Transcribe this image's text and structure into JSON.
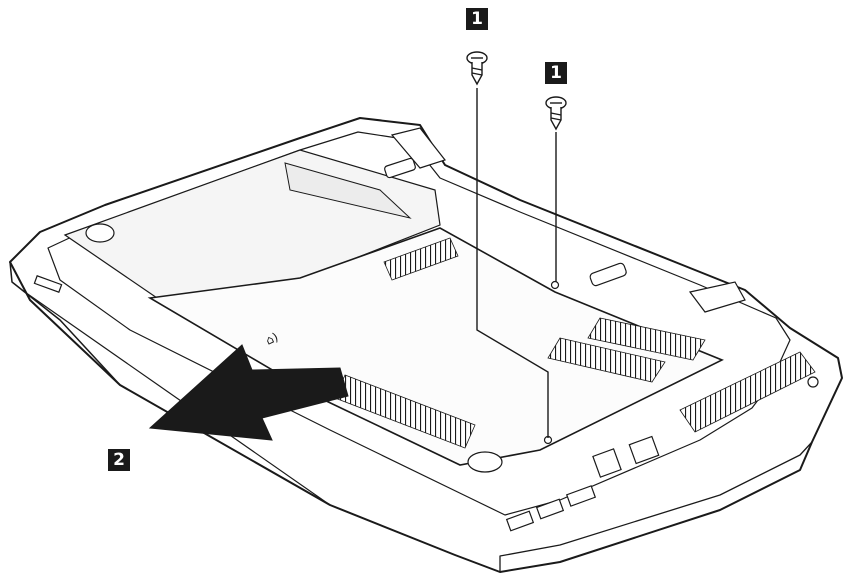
{
  "steps": {
    "step1_label_a": "1",
    "step1_label_b": "1",
    "step2_label": "2"
  },
  "colors": {
    "ink": "#1a1a1a",
    "body_fill": "#ffffff",
    "shade": "#f2f2f2"
  }
}
